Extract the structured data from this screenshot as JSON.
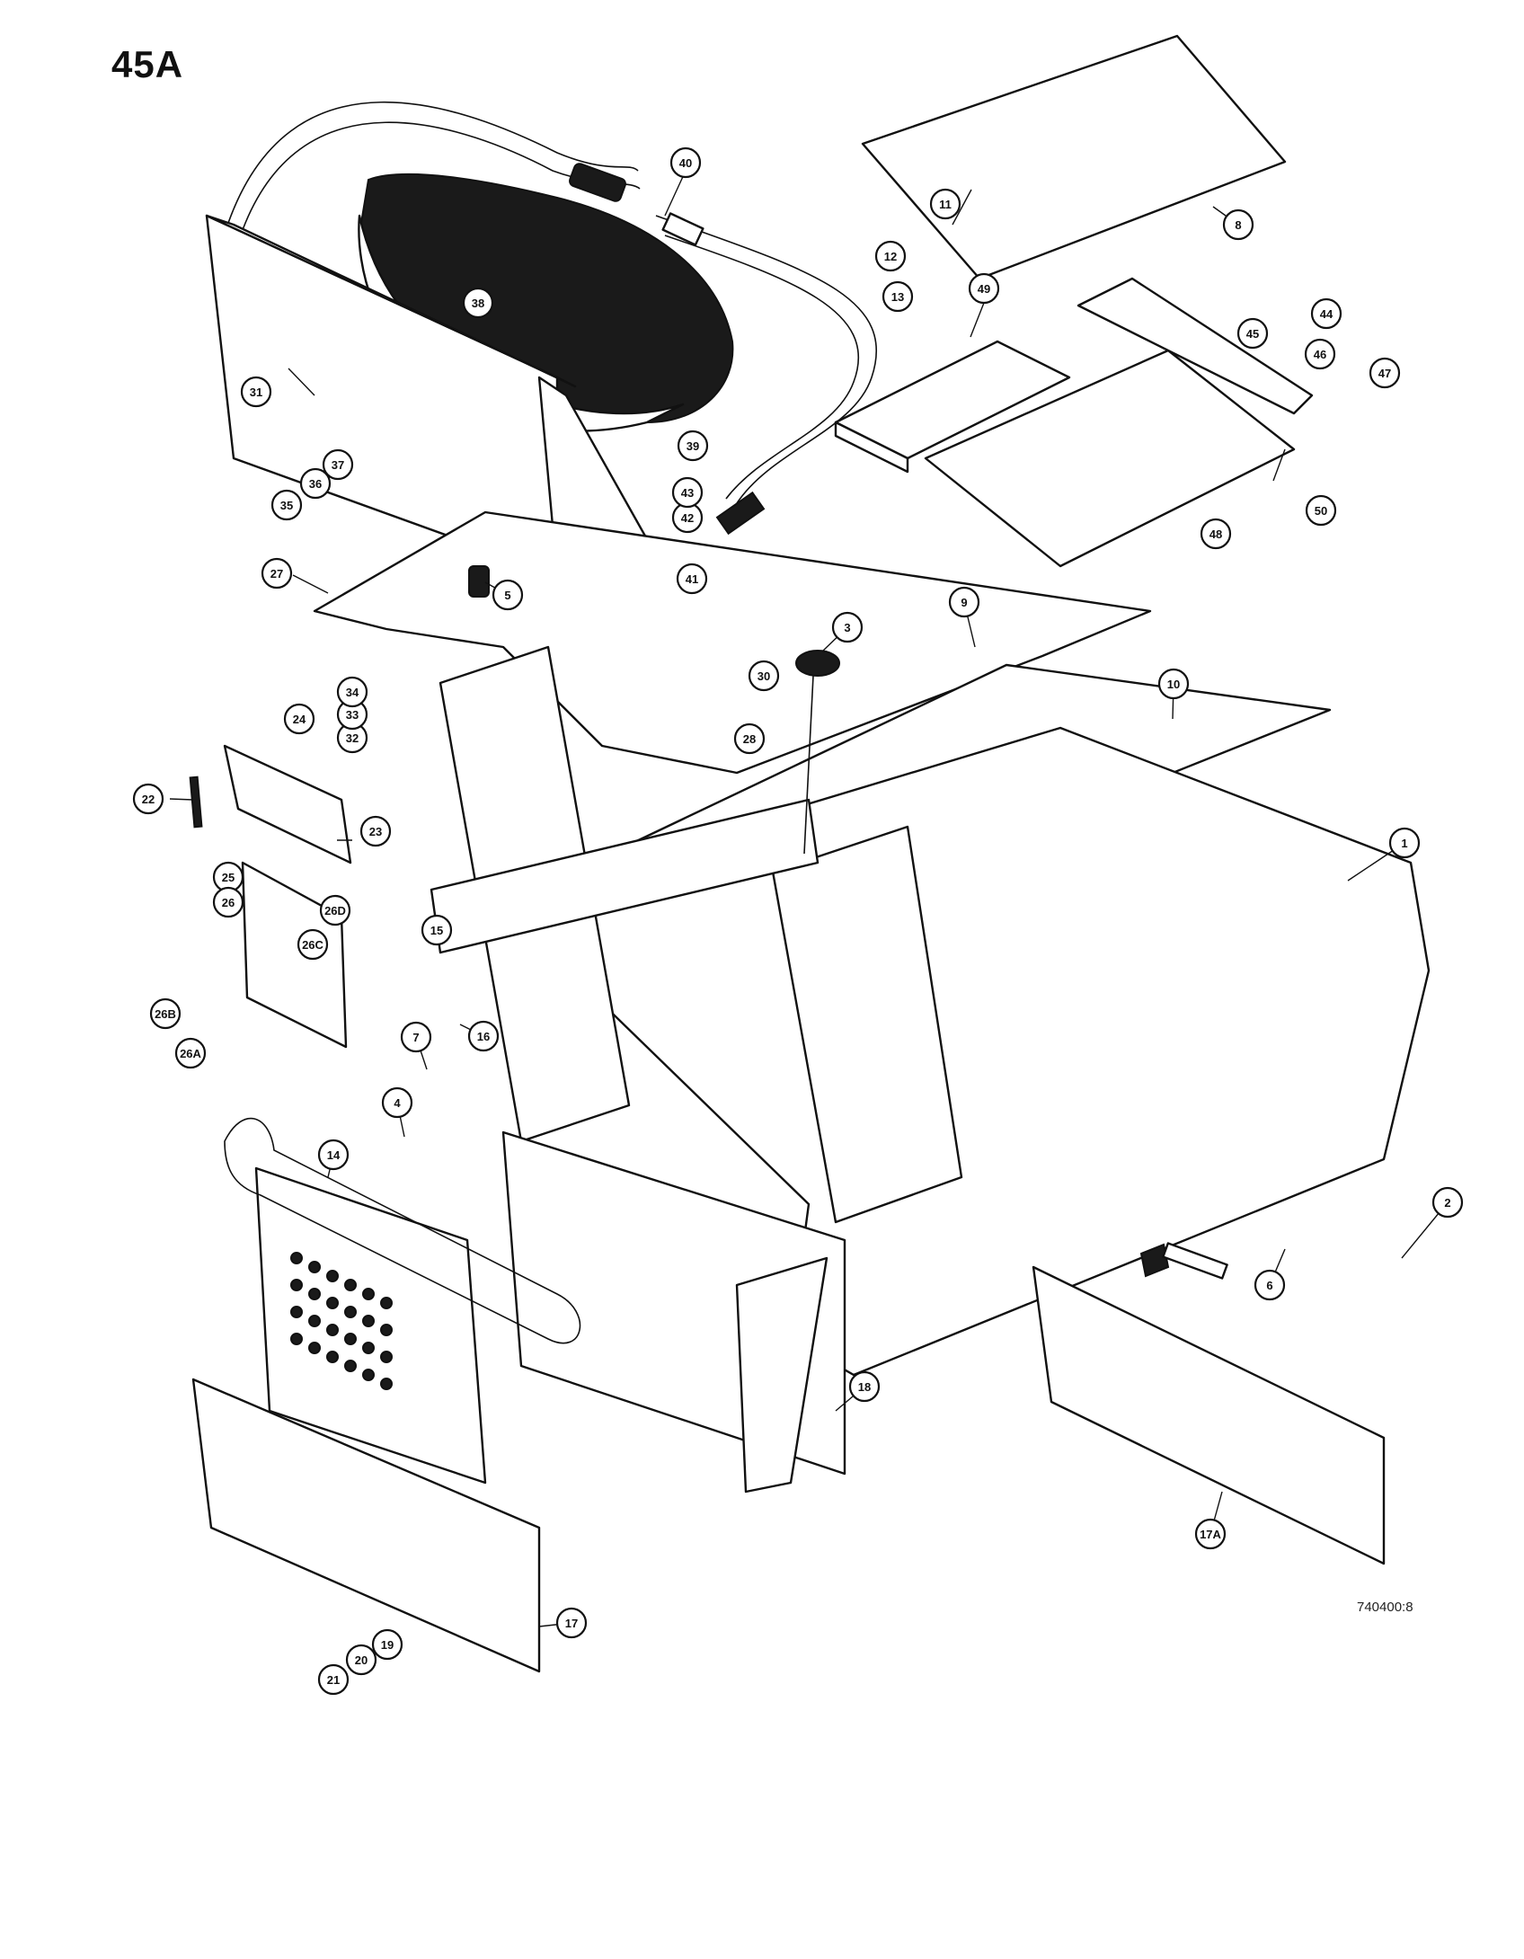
{
  "page": {
    "number": "45A",
    "drawing_code": "740400:8"
  },
  "colors": {
    "ink": "#111111",
    "paper": "#ffffff",
    "texture": "#2a2a2a"
  },
  "callouts": [
    {
      "label": "1"
    },
    {
      "label": "2"
    },
    {
      "label": "3"
    },
    {
      "label": "4"
    },
    {
      "label": "5"
    },
    {
      "label": "6"
    },
    {
      "label": "7"
    },
    {
      "label": "8"
    },
    {
      "label": "9"
    },
    {
      "label": "10"
    },
    {
      "label": "11"
    },
    {
      "label": "12"
    },
    {
      "label": "13"
    },
    {
      "label": "14"
    },
    {
      "label": "15"
    },
    {
      "label": "16"
    },
    {
      "label": "17"
    },
    {
      "label": "17A"
    },
    {
      "label": "18"
    },
    {
      "label": "19"
    },
    {
      "label": "20"
    },
    {
      "label": "21"
    },
    {
      "label": "22"
    },
    {
      "label": "23"
    },
    {
      "label": "24"
    },
    {
      "label": "25"
    },
    {
      "label": "26"
    },
    {
      "label": "26A"
    },
    {
      "label": "26B"
    },
    {
      "label": "26C"
    },
    {
      "label": "26D"
    },
    {
      "label": "27"
    },
    {
      "label": "28"
    },
    {
      "label": "30"
    },
    {
      "label": "31"
    },
    {
      "label": "32"
    },
    {
      "label": "33"
    },
    {
      "label": "34"
    },
    {
      "label": "35"
    },
    {
      "label": "36"
    },
    {
      "label": "37"
    },
    {
      "label": "38"
    },
    {
      "label": "39"
    },
    {
      "label": "40"
    },
    {
      "label": "41"
    },
    {
      "label": "42"
    },
    {
      "label": "43"
    },
    {
      "label": "44"
    },
    {
      "label": "45"
    },
    {
      "label": "46"
    },
    {
      "label": "47"
    },
    {
      "label": "48"
    },
    {
      "label": "49"
    },
    {
      "label": "50"
    }
  ]
}
